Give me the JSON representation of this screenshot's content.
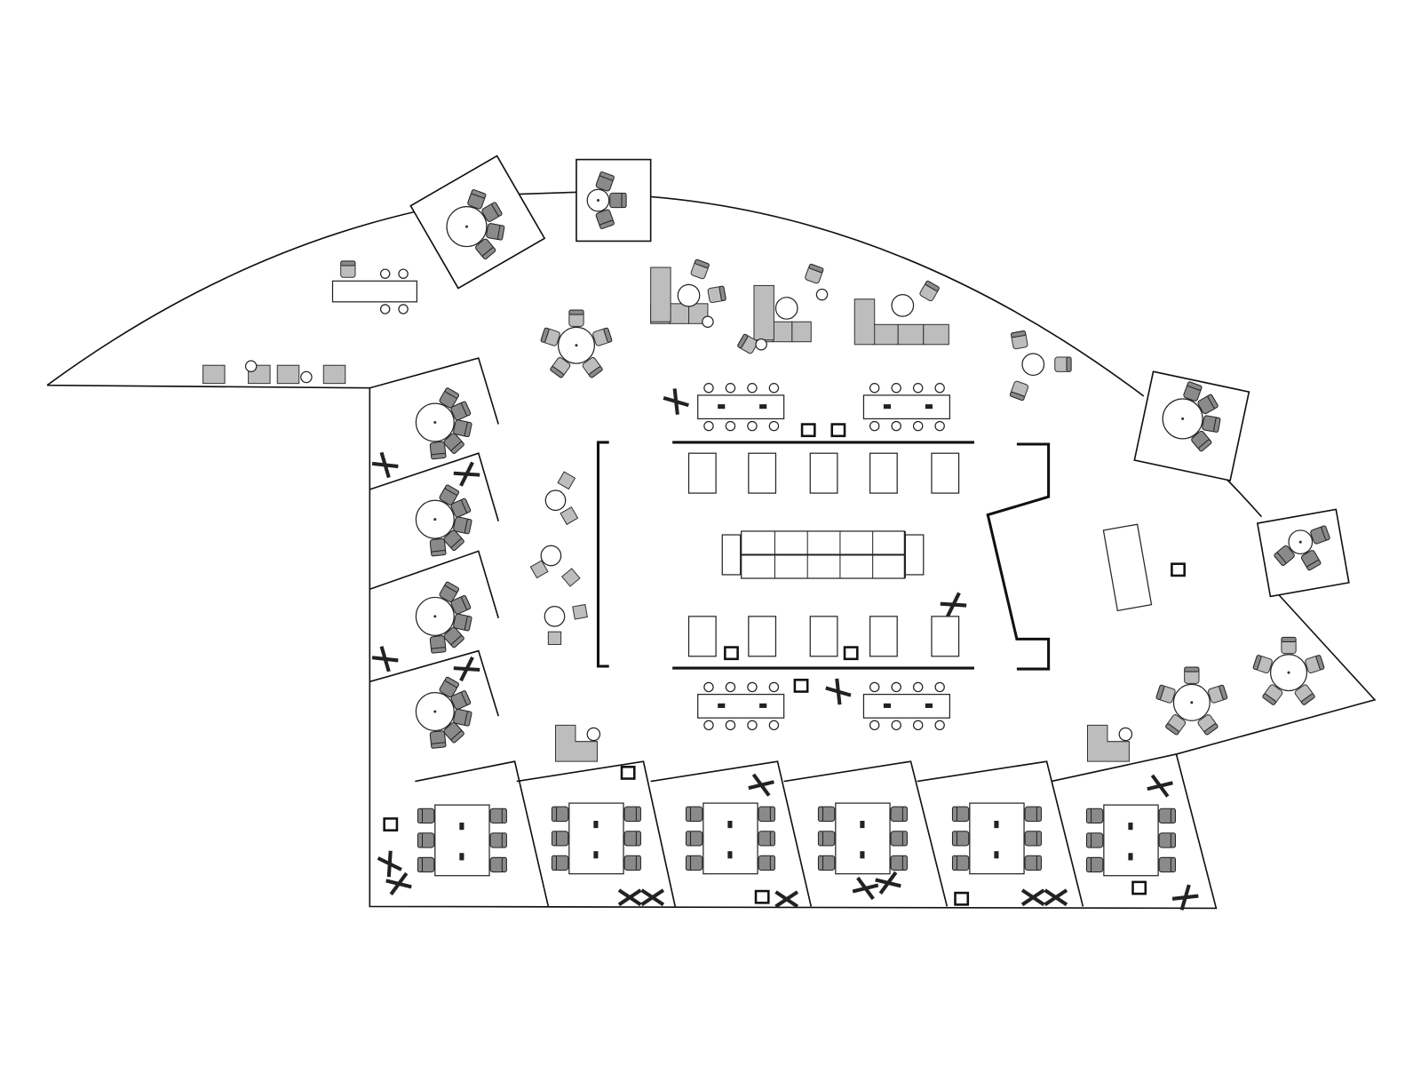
{
  "plan": {
    "type": "office floor plan",
    "colors": {
      "wall": "#111111",
      "furniture": "#bdbdbd",
      "background": "#ffffff"
    },
    "counts": {
      "round_table_meeting_rooms": 4,
      "rect_table_meeting_rooms": 6,
      "perimeter_pods": 4,
      "lounge_sofas": 3,
      "central_desks": 10
    }
  }
}
